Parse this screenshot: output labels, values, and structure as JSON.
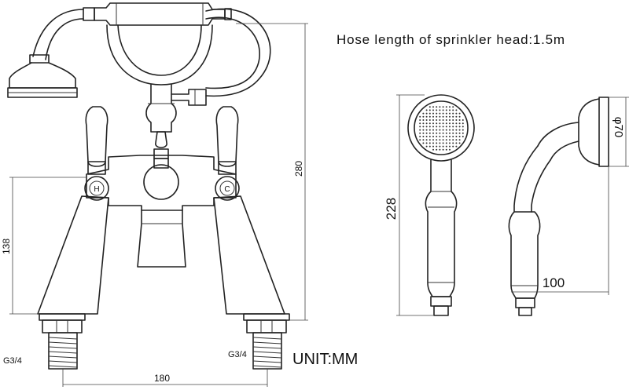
{
  "title": "Hose length of sprinkler head:1.5m",
  "unit": "UNIT:MM",
  "dimensions": {
    "total_height": "280",
    "spout_height": "138",
    "center_distance": "180",
    "handset_length": "228",
    "handset_diameter": "φ70",
    "handset_depth": "100"
  },
  "labels": {
    "hot": "H",
    "cold": "C",
    "left_thread": "G3/4",
    "right_thread": "G3/4"
  }
}
